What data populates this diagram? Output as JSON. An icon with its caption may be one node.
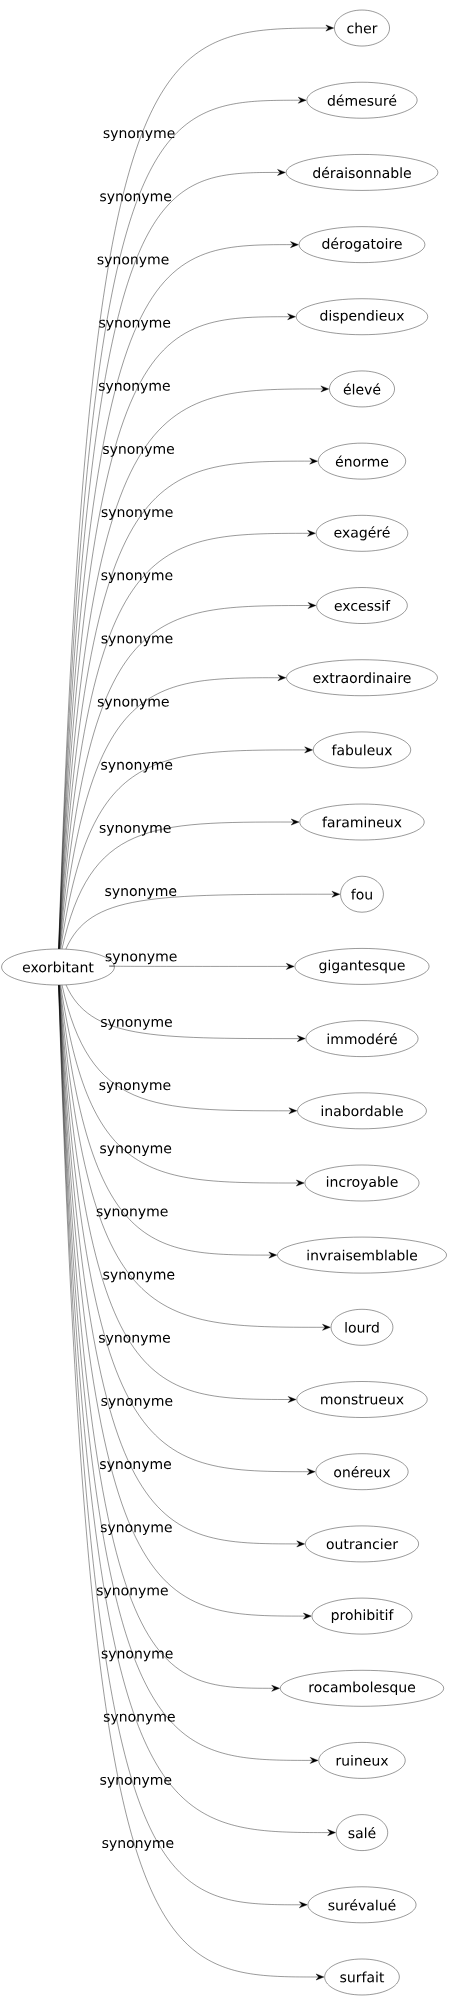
{
  "diagram": {
    "nodes": [
      {
        "text": [
          "exorbitant"
        ]
      },
      {
        "text": [
          "cher"
        ]
      },
      {
        "text": [
          "démesuré"
        ]
      },
      {
        "text": [
          "déraisonnable"
        ]
      },
      {
        "text": [
          "dérogatoire"
        ]
      },
      {
        "text": [
          "dispendieux"
        ]
      },
      {
        "text": [
          "élevé"
        ]
      },
      {
        "text": [
          "énorme"
        ]
      },
      {
        "text": [
          "exagéré"
        ]
      },
      {
        "text": [
          "excessif"
        ]
      },
      {
        "text": [
          "extraordinaire"
        ]
      },
      {
        "text": [
          "fabuleux"
        ]
      },
      {
        "text": [
          "faramineux"
        ]
      },
      {
        "text": [
          "fou"
        ]
      },
      {
        "text": [
          "gigantesque"
        ]
      },
      {
        "text": [
          "immodéré"
        ]
      },
      {
        "text": [
          "inabordable"
        ]
      },
      {
        "text": [
          "incroyable"
        ]
      },
      {
        "text": [
          "invraisemblable"
        ]
      },
      {
        "text": [
          "lourd"
        ]
      },
      {
        "text": [
          "monstrueux"
        ]
      },
      {
        "text": [
          "onéreux"
        ]
      },
      {
        "text": [
          "outrancier"
        ]
      },
      {
        "text": [
          "prohibitif"
        ]
      },
      {
        "text": [
          "rocambolesque"
        ]
      },
      {
        "text": [
          "ruineux"
        ]
      },
      {
        "text": [
          "salé"
        ]
      },
      {
        "text": [
          "surévalué"
        ]
      },
      {
        "text": [
          "surfait"
        ]
      }
    ],
    "edges": [
      {
        "from": 0,
        "to": 1,
        "arrow": "to",
        "label": "synonyme"
      },
      {
        "from": 0,
        "to": 2,
        "arrow": "to",
        "label": "synonyme"
      },
      {
        "from": 0,
        "to": 3,
        "arrow": "to",
        "label": "synonyme"
      },
      {
        "from": 0,
        "to": 4,
        "arrow": "to",
        "label": "synonyme"
      },
      {
        "from": 0,
        "to": 5,
        "arrow": "to",
        "label": "synonyme"
      },
      {
        "from": 0,
        "to": 6,
        "arrow": "to",
        "label": "synonyme"
      },
      {
        "from": 0,
        "to": 7,
        "arrow": "to",
        "label": "synonyme"
      },
      {
        "from": 0,
        "to": 8,
        "arrow": "to",
        "label": "synonyme"
      },
      {
        "from": 0,
        "to": 9,
        "arrow": "to",
        "label": "synonyme"
      },
      {
        "from": 0,
        "to": 10,
        "arrow": "to",
        "label": "synonyme"
      },
      {
        "from": 0,
        "to": 11,
        "arrow": "to",
        "label": "synonyme"
      },
      {
        "from": 0,
        "to": 12,
        "arrow": "to",
        "label": "synonyme"
      },
      {
        "from": 0,
        "to": 13,
        "arrow": "to",
        "label": "synonyme"
      },
      {
        "from": 0,
        "to": 14,
        "arrow": "to",
        "label": "synonyme"
      },
      {
        "from": 0,
        "to": 15,
        "arrow": "to",
        "label": "synonyme"
      },
      {
        "from": 0,
        "to": 16,
        "arrow": "to",
        "label": "synonyme"
      },
      {
        "from": 0,
        "to": 17,
        "arrow": "to",
        "label": "synonyme"
      },
      {
        "from": 0,
        "to": 18,
        "arrow": "to",
        "label": "synonyme"
      },
      {
        "from": 0,
        "to": 19,
        "arrow": "to",
        "label": "synonyme"
      },
      {
        "from": 0,
        "to": 20,
        "arrow": "to",
        "label": "synonyme"
      },
      {
        "from": 0,
        "to": 21,
        "arrow": "to",
        "label": "synonyme"
      },
      {
        "from": 0,
        "to": 22,
        "arrow": "to",
        "label": "synonyme"
      },
      {
        "from": 0,
        "to": 23,
        "arrow": "to",
        "label": "synonyme"
      },
      {
        "from": 0,
        "to": 24,
        "arrow": "to",
        "label": "synonyme"
      },
      {
        "from": 0,
        "to": 25,
        "arrow": "to",
        "label": "synonyme"
      },
      {
        "from": 0,
        "to": 26,
        "arrow": "to",
        "label": "synonyme"
      },
      {
        "from": 0,
        "to": 27,
        "arrow": "to",
        "label": "synonyme"
      },
      {
        "from": 0,
        "to": 28,
        "arrow": "to",
        "label": "synonyme"
      }
    ]
  }
}
